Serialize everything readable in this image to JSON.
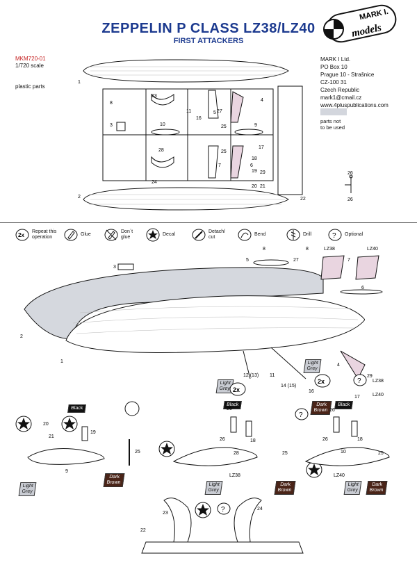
{
  "header": {
    "title": "ZEPPELIN P CLASS LZ38/LZ40",
    "subtitle": "FIRST ATTACKERS",
    "kit_code": "MKM720-01",
    "scale": "1/720 scale",
    "parts_label": "plastic parts"
  },
  "logo": {
    "brand_top": "MARK I.",
    "brand_bottom": "models"
  },
  "address": {
    "lines": [
      "MARK I Ltd.",
      "PO Box 10",
      "Prague 10 - Strašnice",
      "CZ-100 31",
      "Czech Republic",
      "mark1@cmail.cz",
      "www.4plus­publications.com"
    ]
  },
  "not_used": {
    "line1": "parts not",
    "line2": "to be used"
  },
  "legend": {
    "repeat_symbol": "2x",
    "repeat_l1": "Repeat this",
    "repeat_l2": "operation",
    "glue": "Glue",
    "dont_glue_l1": "Don´t",
    "dont_glue_l2": "glue",
    "decal": "Decal",
    "detach_l1": "Detach/",
    "detach_l2": "cut",
    "bend": "Bend",
    "drill": "Drill",
    "optional": "Optional",
    "optional_symbol": "?"
  },
  "sprue_numbers": [
    "1",
    "2",
    "3",
    "4",
    "5",
    "6",
    "7",
    "8",
    "9",
    "10",
    "11",
    "12",
    "13",
    "14",
    "15",
    "16",
    "17",
    "18",
    "19",
    "20",
    "21",
    "22",
    "23",
    "24",
    "25",
    "26",
    "27",
    "28",
    "29"
  ],
  "paint": {
    "light_grey_l1": "Light",
    "light_grey_l2": "Grey",
    "black": "Black",
    "dark_brown_l1": "Dark",
    "dark_brown_l2": "Brown"
  },
  "variants": {
    "a": "LZ38",
    "b": "LZ40"
  },
  "repeat_badge": "2x",
  "optional_badge": "?",
  "callouts": {
    "c12_13": "12 (13)",
    "c14_15": "14 (15)",
    "c3": "3",
    "c1": "1",
    "c2": "2",
    "c4": "4",
    "c5": "5",
    "c6": "6",
    "c7": "7",
    "c8": "8",
    "c9": "9",
    "c10": "10",
    "c11": "11",
    "c16": "16",
    "c17": "17",
    "c18": "18",
    "c19": "19",
    "c20": "20",
    "c21": "21",
    "c22": "22",
    "c23": "23",
    "c24": "24",
    "c25": "25",
    "c26": "26",
    "c27": "27",
    "c28": "28",
    "c29": "29"
  },
  "colors": {
    "title_blue": "#1c3a8f",
    "code_red": "#c41e1e",
    "hull_grey": "#d5d8de",
    "brown": "#4a2418"
  }
}
